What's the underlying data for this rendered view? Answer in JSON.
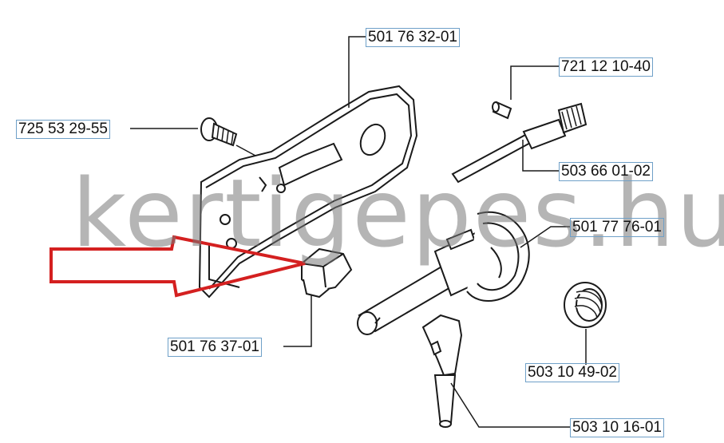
{
  "watermark": "kertigepes.hu",
  "part_numbers": {
    "bar_plate": "501 76 32-01",
    "screw": "725 53 29-55",
    "pin": "721 12 10-40",
    "adjuster_screw": "503 66 01-02",
    "oil_pump": "501 77 76-01",
    "guide_block": "501 76 37-01",
    "spring": "503 10 49-02",
    "pump_piston": "503 10 16-01"
  },
  "colors": {
    "line": "#1a1a1a",
    "arrow": "#d42020",
    "label_border": "#6fa0c8",
    "watermark": "#787878"
  }
}
